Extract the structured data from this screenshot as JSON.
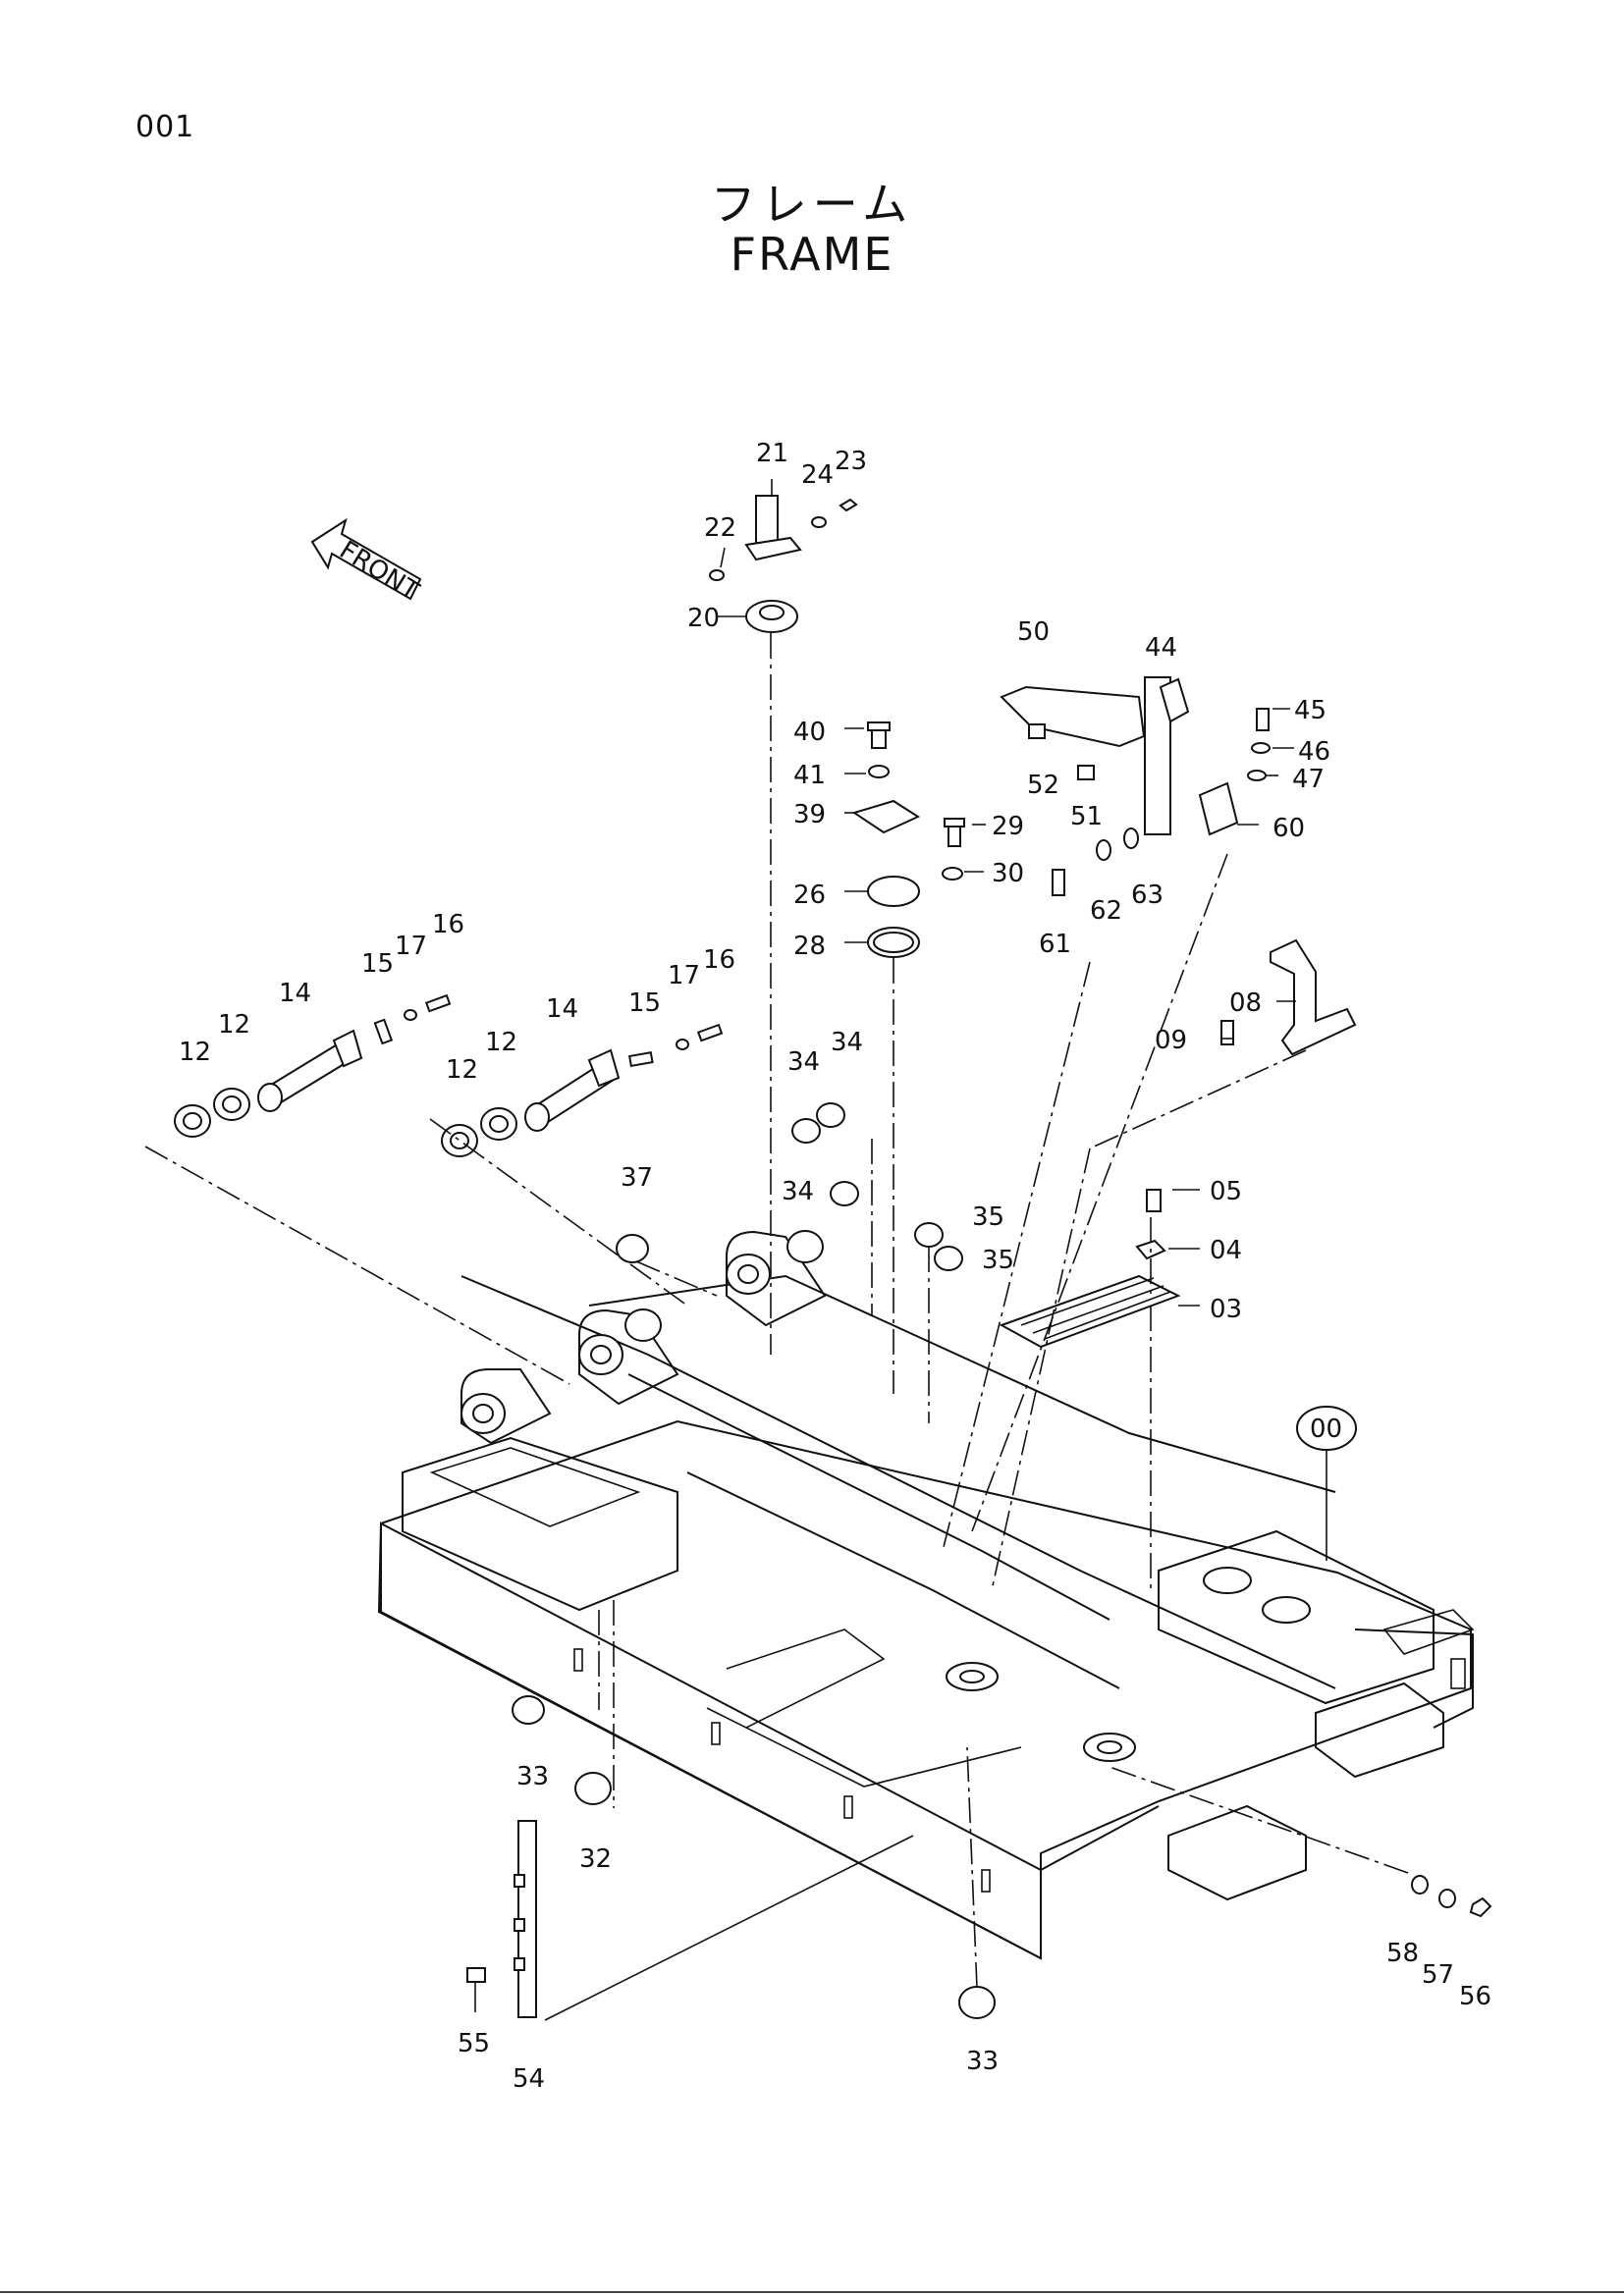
{
  "page_number": "001",
  "title_jp": "フレーム",
  "title_en": "FRAME",
  "front_label": "FRONT",
  "callouts": [
    {
      "id": "c-00",
      "text": "00"
    },
    {
      "id": "c-03",
      "text": "03"
    },
    {
      "id": "c-04",
      "text": "04"
    },
    {
      "id": "c-05",
      "text": "05"
    },
    {
      "id": "c-08",
      "text": "08"
    },
    {
      "id": "c-09",
      "text": "09"
    },
    {
      "id": "c-12a",
      "text": "12"
    },
    {
      "id": "c-12b",
      "text": "12"
    },
    {
      "id": "c-12c",
      "text": "12"
    },
    {
      "id": "c-12d",
      "text": "12"
    },
    {
      "id": "c-14a",
      "text": "14"
    },
    {
      "id": "c-14b",
      "text": "14"
    },
    {
      "id": "c-15a",
      "text": "15"
    },
    {
      "id": "c-15b",
      "text": "15"
    },
    {
      "id": "c-16a",
      "text": "16"
    },
    {
      "id": "c-16b",
      "text": "16"
    },
    {
      "id": "c-17a",
      "text": "17"
    },
    {
      "id": "c-17b",
      "text": "17"
    },
    {
      "id": "c-20",
      "text": "20"
    },
    {
      "id": "c-21",
      "text": "21"
    },
    {
      "id": "c-22",
      "text": "22"
    },
    {
      "id": "c-23",
      "text": "23"
    },
    {
      "id": "c-24",
      "text": "24"
    },
    {
      "id": "c-26",
      "text": "26"
    },
    {
      "id": "c-28",
      "text": "28"
    },
    {
      "id": "c-29",
      "text": "29"
    },
    {
      "id": "c-30",
      "text": "30"
    },
    {
      "id": "c-32",
      "text": "32"
    },
    {
      "id": "c-33a",
      "text": "33"
    },
    {
      "id": "c-33b",
      "text": "33"
    },
    {
      "id": "c-34a",
      "text": "34"
    },
    {
      "id": "c-34b",
      "text": "34"
    },
    {
      "id": "c-34c",
      "text": "34"
    },
    {
      "id": "c-35a",
      "text": "35"
    },
    {
      "id": "c-35b",
      "text": "35"
    },
    {
      "id": "c-37",
      "text": "37"
    },
    {
      "id": "c-39",
      "text": "39"
    },
    {
      "id": "c-40",
      "text": "40"
    },
    {
      "id": "c-41",
      "text": "41"
    },
    {
      "id": "c-44",
      "text": "44"
    },
    {
      "id": "c-45",
      "text": "45"
    },
    {
      "id": "c-46",
      "text": "46"
    },
    {
      "id": "c-47",
      "text": "47"
    },
    {
      "id": "c-50",
      "text": "50"
    },
    {
      "id": "c-51",
      "text": "51"
    },
    {
      "id": "c-52",
      "text": "52"
    },
    {
      "id": "c-54",
      "text": "54"
    },
    {
      "id": "c-55",
      "text": "55"
    },
    {
      "id": "c-56",
      "text": "56"
    },
    {
      "id": "c-57",
      "text": "57"
    },
    {
      "id": "c-58",
      "text": "58"
    },
    {
      "id": "c-60",
      "text": "60"
    },
    {
      "id": "c-61",
      "text": "61"
    },
    {
      "id": "c-62",
      "text": "62"
    },
    {
      "id": "c-63",
      "text": "63"
    }
  ]
}
